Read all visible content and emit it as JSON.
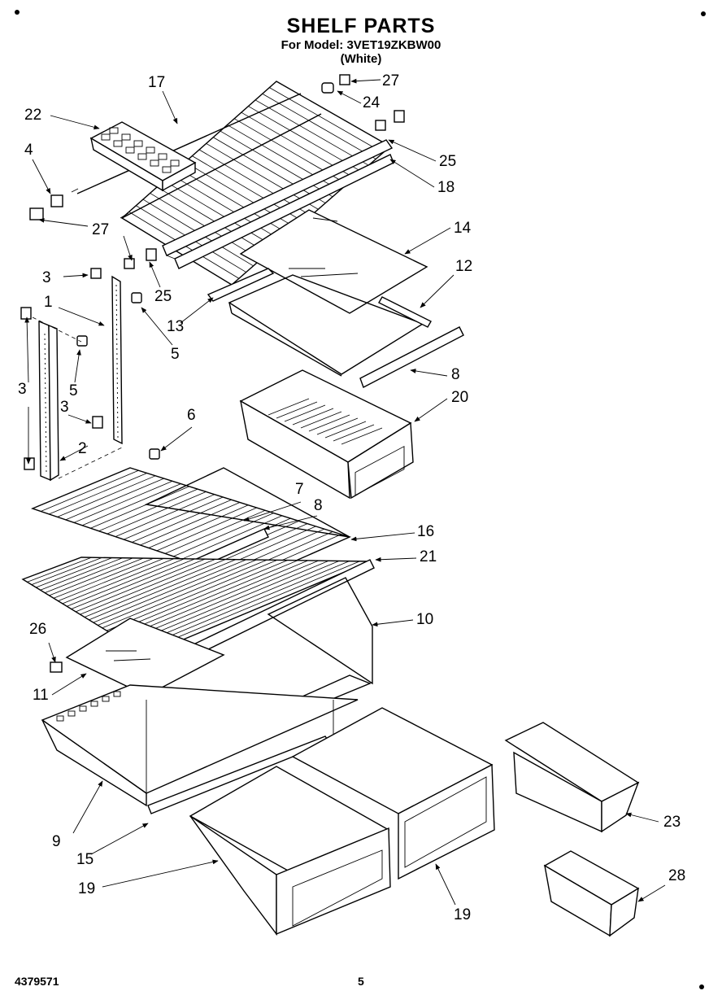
{
  "page": {
    "title": "SHELF PARTS",
    "model_line": "For Model: 3VET19ZKBW00",
    "color_line": "(White)",
    "doc_number": "4379571",
    "page_number": "5"
  },
  "callouts": [
    "17",
    "27",
    "24",
    "22",
    "4",
    "25",
    "18",
    "14",
    "27",
    "25",
    "12",
    "3",
    "1",
    "13",
    "5",
    "5",
    "8",
    "3",
    "20",
    "3",
    "6",
    "2",
    "7",
    "8",
    "16",
    "21",
    "10",
    "26",
    "11",
    "9",
    "15",
    "19",
    "19",
    "23",
    "28"
  ],
  "parts": [
    "wire-shelf-17",
    "ice-tray-22",
    "glass-shelf-14",
    "crisper-frame-12",
    "deli-drawer-20",
    "shelf-16",
    "shelf-21",
    "cover-10",
    "crisper-frame-9",
    "crisper-drawer-19",
    "crisper-drawer-19b",
    "door-bin-23",
    "door-bin-28"
  ]
}
